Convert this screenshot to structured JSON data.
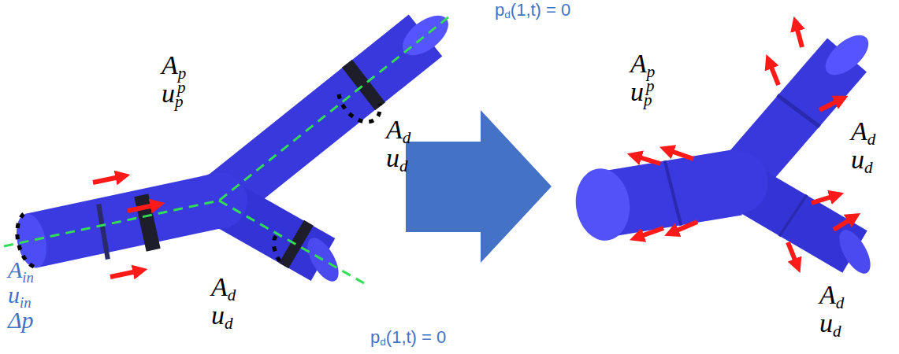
{
  "diagram": {
    "labels": [
      "pd(1,t) = 0",
      "Ap",
      "upp",
      "Ad",
      "ud",
      "Ain",
      "uin",
      "Δp",
      "Ad",
      "ud",
      "pd(1,t) = 0",
      "Ap",
      "upp",
      "Ad",
      "ud",
      "Ad",
      "ud"
    ]
  }
}
